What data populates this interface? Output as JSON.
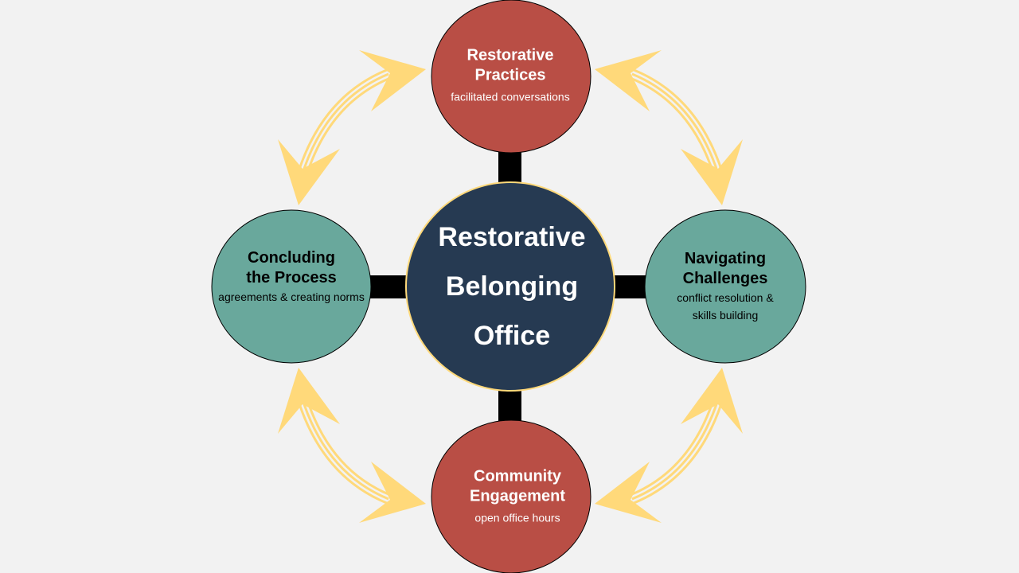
{
  "center": {
    "lines": [
      "Restorative",
      "Belonging",
      "Office"
    ]
  },
  "nodes": {
    "top": {
      "title": [
        "Restorative",
        "Practices"
      ],
      "subtitle": [
        "facilitated conversations"
      ]
    },
    "right": {
      "title": [
        "Navigating",
        "Challenges"
      ],
      "subtitle": [
        "conflict resolution &",
        "skills building"
      ]
    },
    "bottom": {
      "title": [
        "Community",
        "Engagement"
      ],
      "subtitle": [
        "open office hours"
      ]
    },
    "left": {
      "title": [
        "Concluding",
        "the Process"
      ],
      "subtitle": [
        "agreements & creating norms"
      ]
    }
  },
  "colors": {
    "red": "#b94e45",
    "teal": "#69a89c",
    "navy": "#263a52",
    "arrow": "#ffd97a",
    "bg": "#f2f2f2"
  }
}
